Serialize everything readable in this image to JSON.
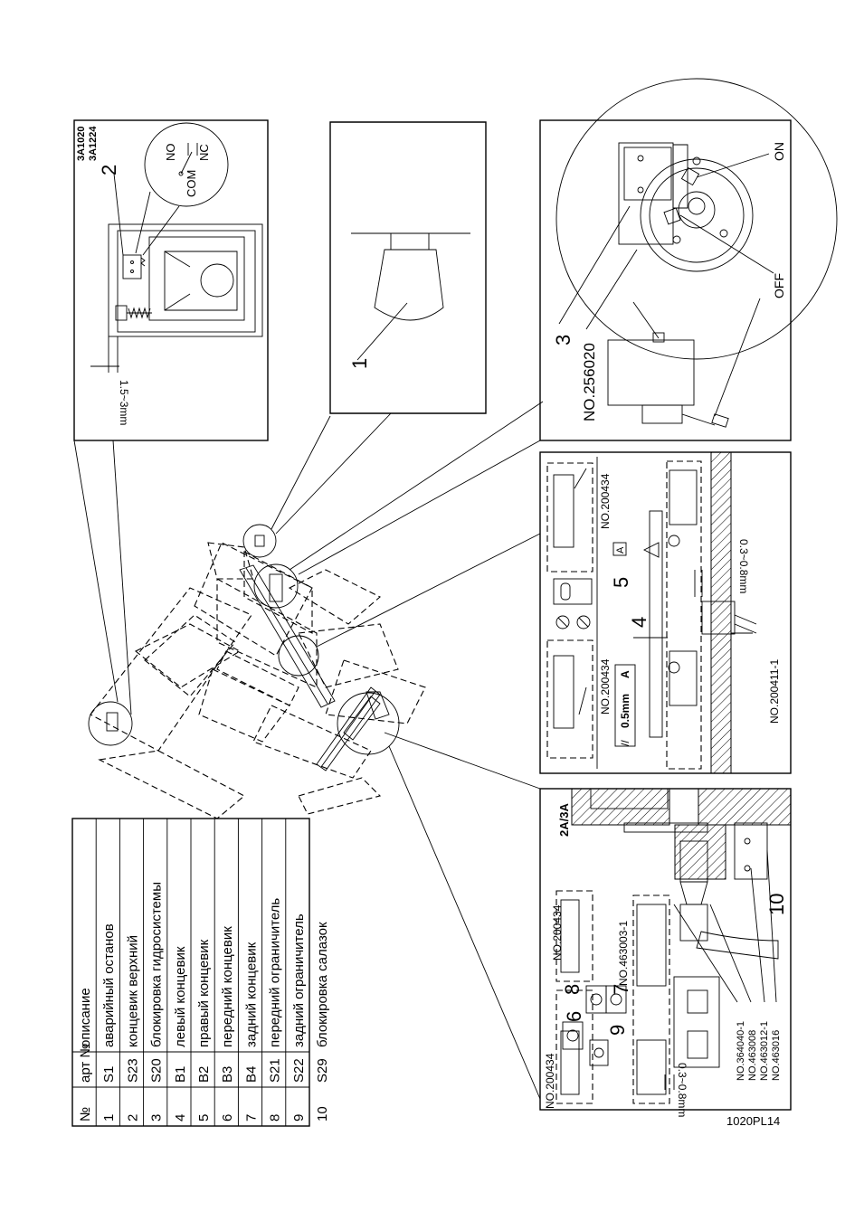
{
  "table": {
    "headers": [
      "№",
      "арт №",
      "описание"
    ],
    "rows": [
      [
        "1",
        "S1",
        "аварийный останов"
      ],
      [
        "2",
        "S23",
        "концевик верхний"
      ],
      [
        "3",
        "S20",
        "блокировка гидросистемы"
      ],
      [
        "4",
        "B1",
        "левый концевик"
      ],
      [
        "5",
        "B2",
        "правый концевик"
      ],
      [
        "6",
        "B3",
        "передний концевик"
      ],
      [
        "7",
        "B4",
        "задний концевик"
      ],
      [
        "8",
        "S21",
        "передний ограничитель"
      ],
      [
        "9",
        "S22",
        "задний ограничитель"
      ],
      [
        "10",
        "S29",
        "блокировка салазок"
      ]
    ]
  },
  "detail_top_left": {
    "model_a": "3A1020",
    "model_b": "3A1224",
    "callout": "2",
    "gap": "1.5~3mm",
    "switch_no": "NO",
    "switch_nc": "NC",
    "switch_com": "COM"
  },
  "detail_lamp": {
    "callout": "1"
  },
  "detail_hydraulic": {
    "callout": "3",
    "part_no": "NO.256020",
    "on": "ON",
    "off": "OFF"
  },
  "detail_sensors": {
    "callout_4": "4",
    "callout_5": "5",
    "part_a": "NO.200434",
    "part_b": "NO.200434",
    "part_c": "NO.200411-1",
    "gap": "0.3~0.8mm",
    "tol_symbol": "//",
    "tol_value": "0.5mm",
    "tol_datum": "A",
    "datum": "A"
  },
  "detail_bottom": {
    "callout_6": "6",
    "callout_7": "7",
    "callout_8": "8",
    "callout_9": "9",
    "callout_10": "10",
    "part_top": "NO.200434",
    "part_mid": "NO.463003-1",
    "part_left": "NO.200434",
    "gap": "0.3~0.8mm",
    "variant": "2A/3A",
    "parts_list": [
      "NO.364040-1",
      "NO.463008",
      "NO.463012-1",
      "NO.463016"
    ]
  },
  "figure_code": "1020PL14"
}
